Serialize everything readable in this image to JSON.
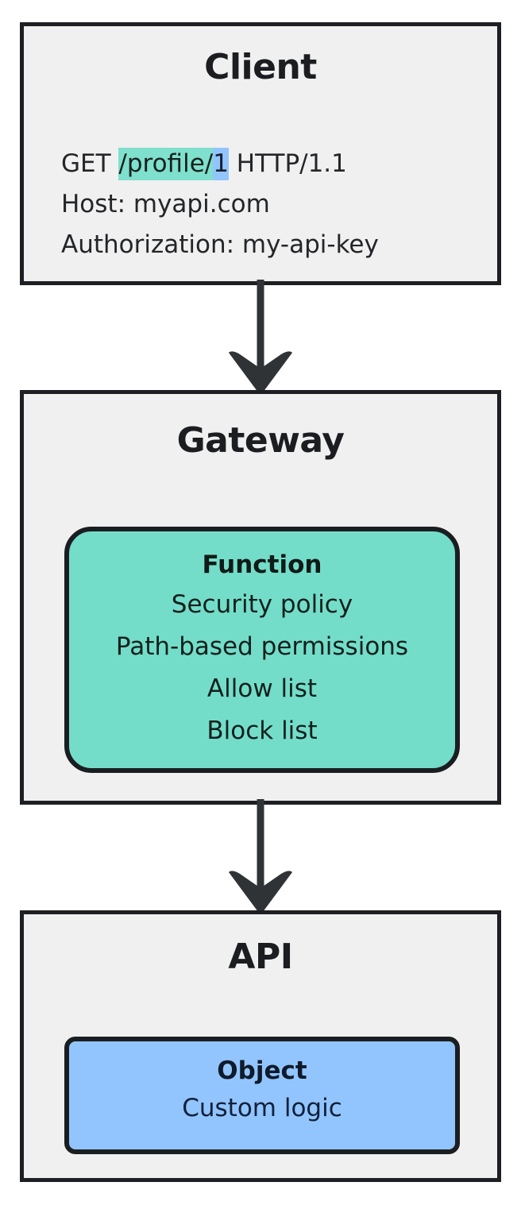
{
  "diagram": {
    "title_flow": "Client to Gateway to API request flow",
    "background_color": "#ffffff",
    "node_fill": "#f0f0f0",
    "border_color": "#1d1f22",
    "accent_teal": "#74ddc9",
    "accent_blue": "#92c5fd",
    "highlight_teal": "#7fe0cd",
    "highlight_blue": "#93c5fd"
  },
  "nodes": {
    "client": {
      "title": "Client",
      "request": {
        "method": "GET ",
        "path_highlight": "/profile/",
        "id_highlight": "1",
        "protocol": " HTTP/1.1"
      },
      "headers": [
        "Host: myapi.com",
        "Authorization: my-api-key"
      ]
    },
    "gateway": {
      "title": "Gateway",
      "function": {
        "title": "Function",
        "lines": [
          "Security policy",
          "Path-based permissions",
          "Allow list",
          "Block list"
        ]
      }
    },
    "api": {
      "title": "API",
      "object": {
        "title": "Object",
        "lines": [
          "Custom logic"
        ]
      }
    }
  },
  "connectors": [
    {
      "name": "client-to-gateway",
      "from": "Client",
      "to": "Gateway",
      "direction": "down"
    },
    {
      "name": "gateway-to-api",
      "from": "Gateway",
      "to": "API",
      "direction": "down"
    }
  ]
}
